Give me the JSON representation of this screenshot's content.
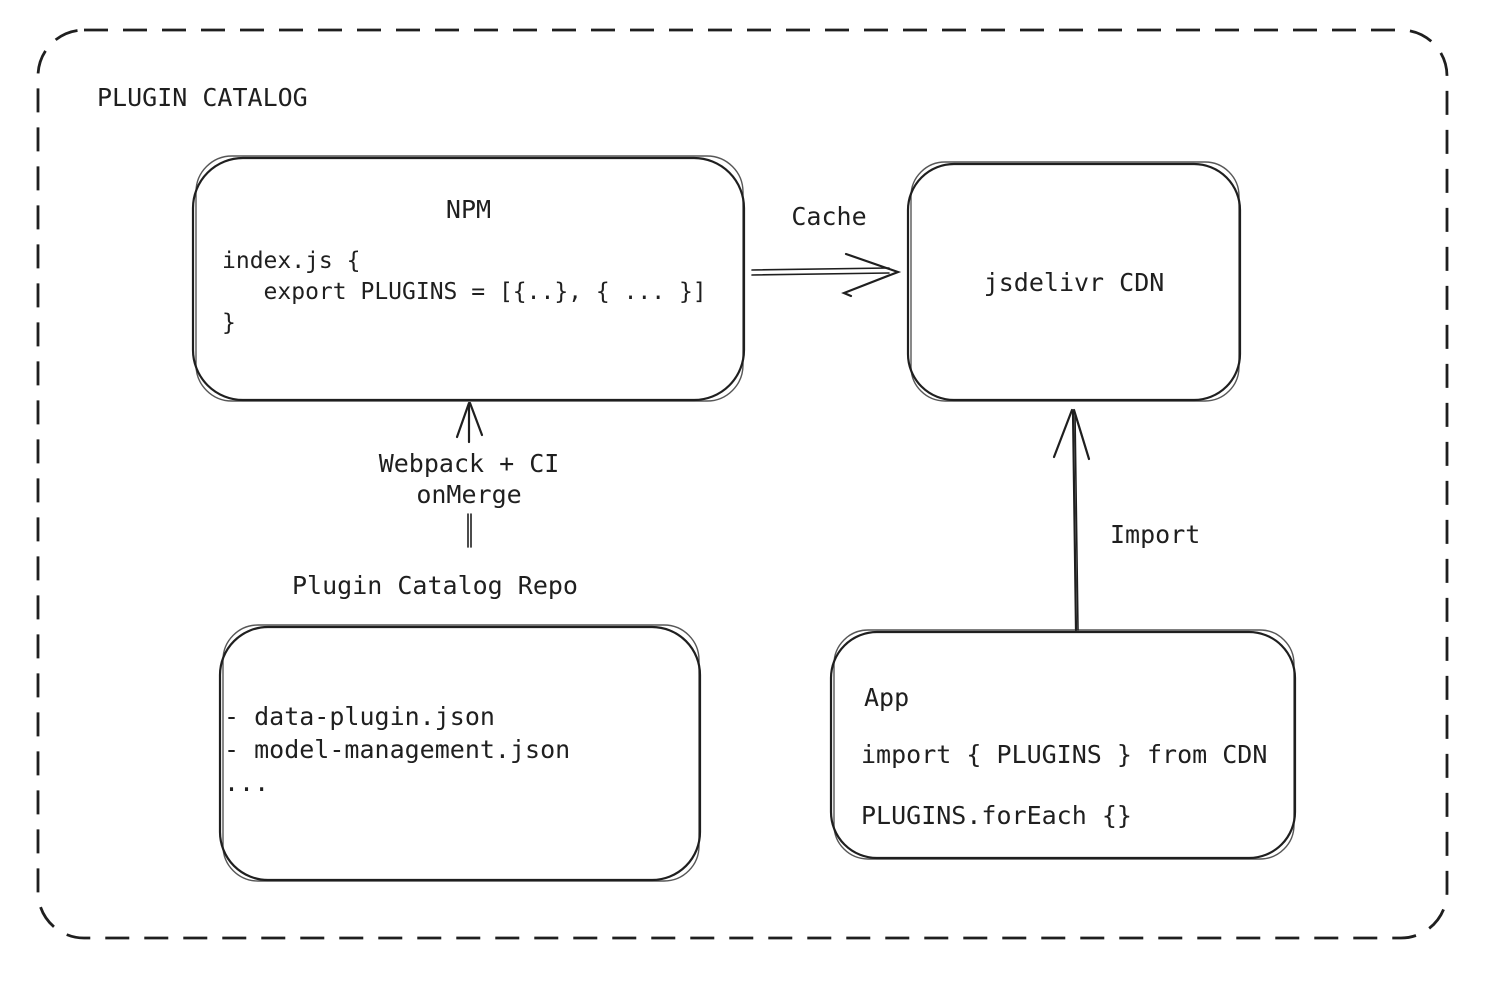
{
  "colors": {
    "ink": "#1f1f1f",
    "background": "#ffffff"
  },
  "diagram": {
    "title": "PLUGIN CATALOG"
  },
  "nodes": {
    "npm": {
      "title": "NPM",
      "code": "index.js {\n   export PLUGINS = [{..}, { ... }]\n}"
    },
    "cdn": {
      "label": "jsdelivr CDN"
    },
    "repo": {
      "title": "Plugin Catalog Repo",
      "files": [
        "- data-plugin.json",
        "- model-management.json",
        "..."
      ]
    },
    "app": {
      "title": "App",
      "lines": [
        "import { PLUGINS } from CDN",
        "PLUGINS.forEach {}"
      ]
    }
  },
  "edges": {
    "cache": {
      "label": "Cache"
    },
    "webpack": {
      "label": "Webpack + CI\nonMerge"
    },
    "import": {
      "label": "Import"
    }
  }
}
